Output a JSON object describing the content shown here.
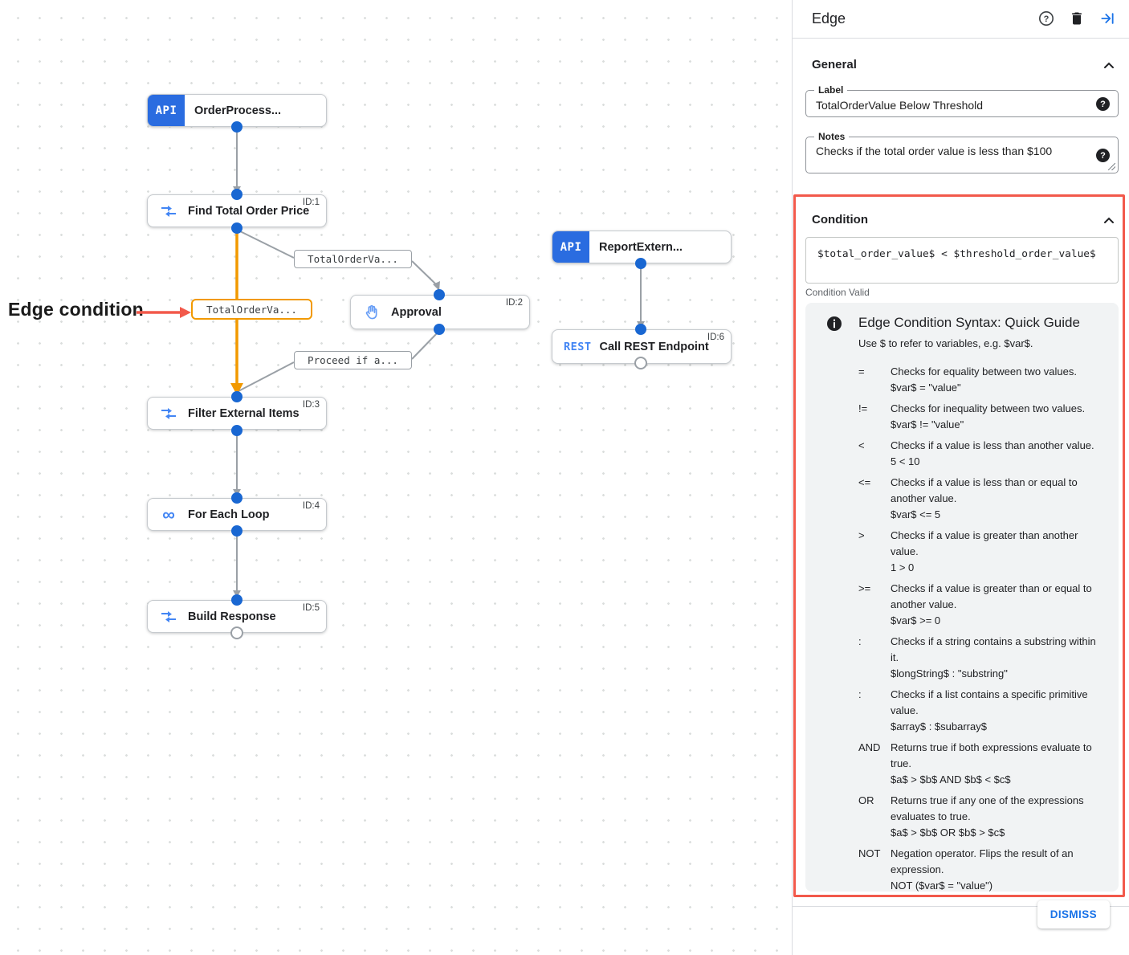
{
  "canvas": {
    "annotation": {
      "text": "Edge condition"
    },
    "nodes": [
      {
        "badge": "API",
        "label": "OrderProcess...",
        "id_label": ""
      },
      {
        "icon": "data-mapping",
        "label": "Find Total Order Price",
        "id_label": "ID:1"
      },
      {
        "icon": "approval-hand",
        "label": "Approval",
        "id_label": "ID:2"
      },
      {
        "badge": "API",
        "label": "ReportExtern...",
        "id_label": ""
      },
      {
        "badge": "REST",
        "label": "Call REST Endpoint",
        "id_label": "ID:6"
      },
      {
        "icon": "data-mapping",
        "label": "Filter External Items",
        "id_label": "ID:3"
      },
      {
        "icon": "loop",
        "label": "For Each Loop",
        "id_label": "ID:4"
      },
      {
        "icon": "data-mapping",
        "label": "Build Response",
        "id_label": "ID:5"
      }
    ],
    "edge_labels": [
      {
        "text": "TotalOrderVa...",
        "selected": false
      },
      {
        "text": "TotalOrderVa...",
        "selected": true
      },
      {
        "text": "Proceed if a...",
        "selected": false
      }
    ]
  },
  "panel": {
    "title": "Edge",
    "header_icons": [
      "help-icon",
      "delete-icon",
      "collapse-panel-icon"
    ],
    "general": {
      "heading": "General",
      "label_field": {
        "label": "Label",
        "value": "TotalOrderValue Below Threshold"
      },
      "notes_field": {
        "label": "Notes",
        "value": "Checks if the total order value is less than $100"
      }
    },
    "condition": {
      "heading": "Condition",
      "expression": "$total_order_value$ < $threshold_order_value$",
      "status": "Condition Valid"
    },
    "guide": {
      "title": "Edge Condition Syntax: Quick Guide",
      "subtitle": "Use $ to refer to variables, e.g. $var$.",
      "rows": [
        {
          "op": "=",
          "desc": "Checks for equality between two values.",
          "example": "$var$ = \"value\""
        },
        {
          "op": "!=",
          "desc": "Checks for inequality between two values.",
          "example": "$var$ != \"value\""
        },
        {
          "op": "<",
          "desc": "Checks if a value is less than another value.",
          "example": "5 < 10"
        },
        {
          "op": "<=",
          "desc": "Checks if a value is less than or equal to another value.",
          "example": "$var$ <= 5"
        },
        {
          "op": ">",
          "desc": "Checks if a value is greater than another value.",
          "example": "1 > 0"
        },
        {
          "op": ">=",
          "desc": "Checks if a value is greater than or equal to another value.",
          "example": "$var$ >= 0"
        },
        {
          "op": ":",
          "desc": "Checks if a string contains a substring within it.",
          "example": "$longString$ : \"substring\""
        },
        {
          "op": ":",
          "desc": "Checks if a list contains a specific primitive value.",
          "example": "$array$ : $subarray$"
        },
        {
          "op": "AND",
          "desc": "Returns true if both expressions evaluate to true.",
          "example": "$a$ > $b$ AND $b$ < $c$"
        },
        {
          "op": "OR",
          "desc": "Returns true if any one of the expressions evaluates to true.",
          "example": "$a$ > $b$ OR $b$ > $c$"
        },
        {
          "op": "NOT",
          "desc": "Negation operator. Flips the result of an expression.",
          "example": "NOT ($var$ = \"value\")"
        }
      ]
    },
    "dismiss_label": "DISMISS"
  },
  "colors": {
    "accent_blue": "#1a73e8",
    "node_badge_blue": "#2a6ce0",
    "icon_blue": "#4285f4",
    "edge_gray": "#9aa0a6",
    "edge_selected_orange": "#f29900",
    "annotation_red": "#f2594b",
    "guide_background": "#f1f3f4",
    "text_primary": "#202124",
    "text_secondary": "#5f6368"
  }
}
